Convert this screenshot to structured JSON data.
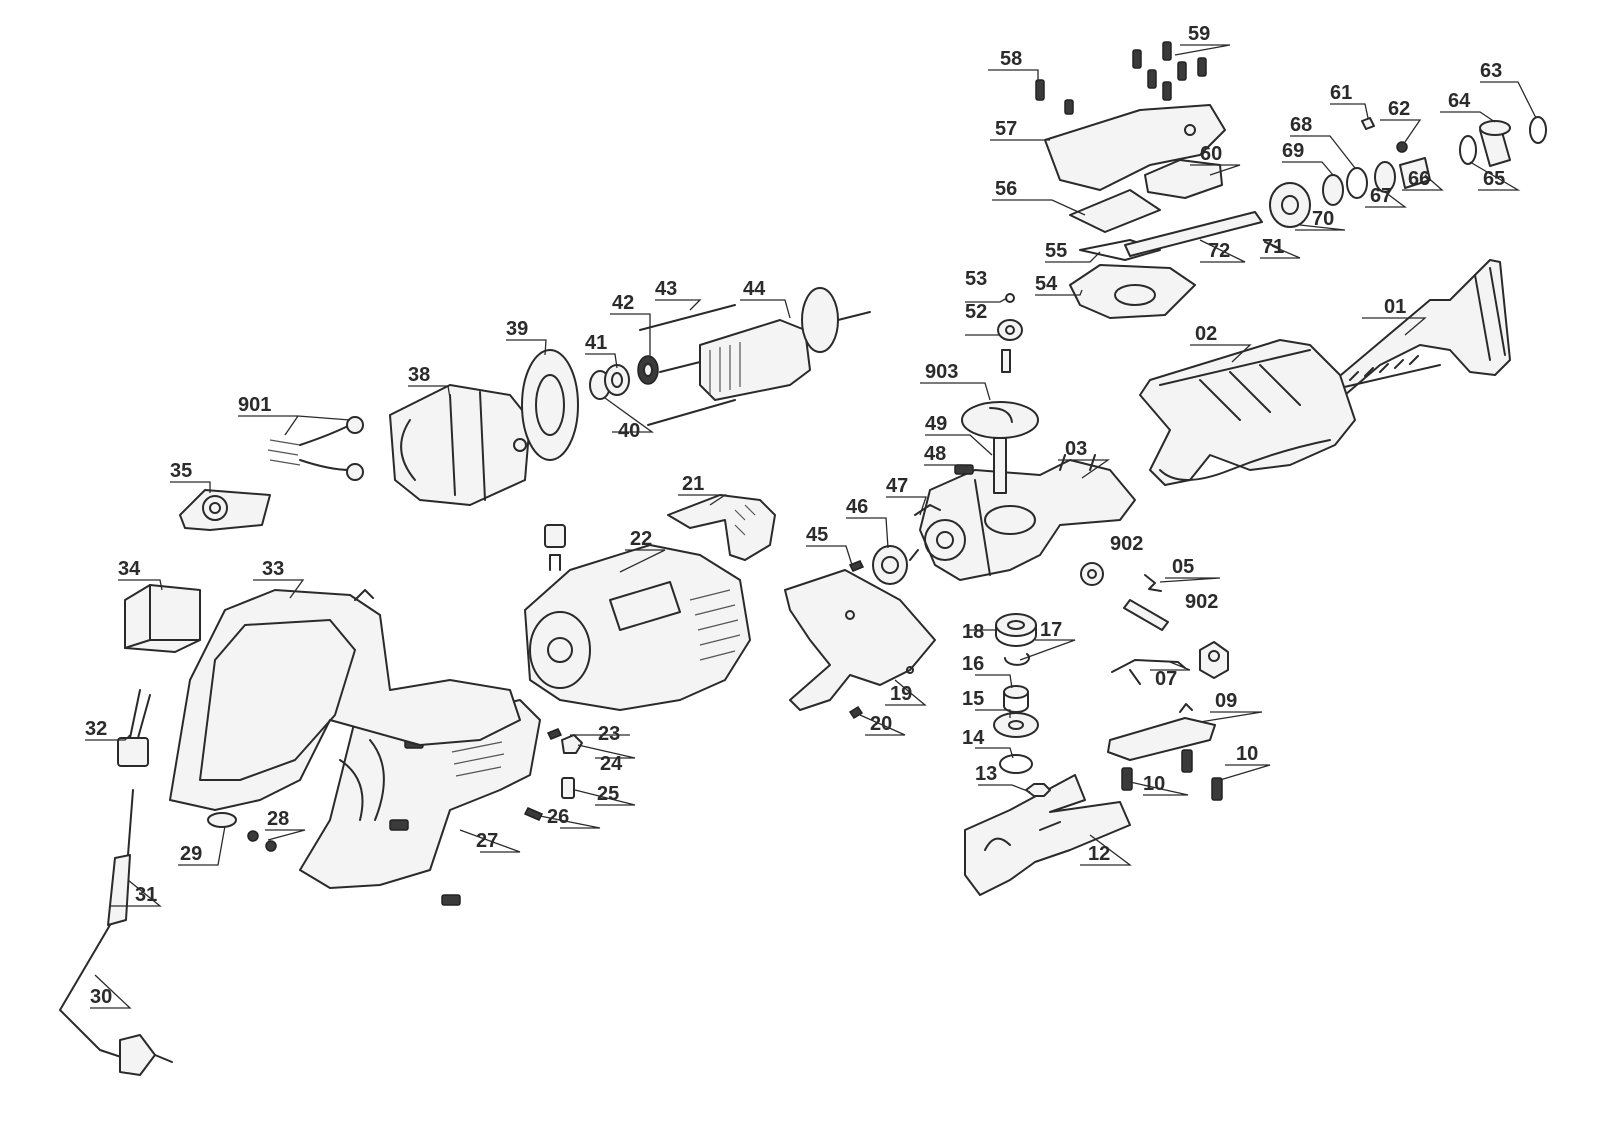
{
  "diagram": {
    "parts": [
      {
        "id": "01",
        "text": "01"
      },
      {
        "id": "02",
        "text": "02"
      },
      {
        "id": "03",
        "text": "03"
      },
      {
        "id": "05",
        "text": "05"
      },
      {
        "id": "07",
        "text": "07"
      },
      {
        "id": "09",
        "text": "09"
      },
      {
        "id": "10a",
        "text": "10"
      },
      {
        "id": "10b",
        "text": "10"
      },
      {
        "id": "12",
        "text": "12"
      },
      {
        "id": "13",
        "text": "13"
      },
      {
        "id": "14",
        "text": "14"
      },
      {
        "id": "15",
        "text": "15"
      },
      {
        "id": "16",
        "text": "16"
      },
      {
        "id": "17",
        "text": "17"
      },
      {
        "id": "18",
        "text": "18"
      },
      {
        "id": "19",
        "text": "19"
      },
      {
        "id": "20",
        "text": "20"
      },
      {
        "id": "21",
        "text": "21"
      },
      {
        "id": "22",
        "text": "22"
      },
      {
        "id": "23",
        "text": "23"
      },
      {
        "id": "24",
        "text": "24"
      },
      {
        "id": "25",
        "text": "25"
      },
      {
        "id": "26",
        "text": "26"
      },
      {
        "id": "27",
        "text": "27"
      },
      {
        "id": "28",
        "text": "28"
      },
      {
        "id": "29",
        "text": "29"
      },
      {
        "id": "30",
        "text": "30"
      },
      {
        "id": "31",
        "text": "31"
      },
      {
        "id": "32",
        "text": "32"
      },
      {
        "id": "33",
        "text": "33"
      },
      {
        "id": "34",
        "text": "34"
      },
      {
        "id": "35",
        "text": "35"
      },
      {
        "id": "38",
        "text": "38"
      },
      {
        "id": "39",
        "text": "39"
      },
      {
        "id": "40",
        "text": "40"
      },
      {
        "id": "41",
        "text": "41"
      },
      {
        "id": "42",
        "text": "42"
      },
      {
        "id": "43",
        "text": "43"
      },
      {
        "id": "44",
        "text": "44"
      },
      {
        "id": "45",
        "text": "45"
      },
      {
        "id": "46",
        "text": "46"
      },
      {
        "id": "47",
        "text": "47"
      },
      {
        "id": "48",
        "text": "48"
      },
      {
        "id": "49",
        "text": "49"
      },
      {
        "id": "52",
        "text": "52"
      },
      {
        "id": "53",
        "text": "53"
      },
      {
        "id": "54",
        "text": "54"
      },
      {
        "id": "55",
        "text": "55"
      },
      {
        "id": "56",
        "text": "56"
      },
      {
        "id": "57",
        "text": "57"
      },
      {
        "id": "58",
        "text": "58"
      },
      {
        "id": "59",
        "text": "59"
      },
      {
        "id": "60",
        "text": "60"
      },
      {
        "id": "61",
        "text": "61"
      },
      {
        "id": "62",
        "text": "62"
      },
      {
        "id": "63",
        "text": "63"
      },
      {
        "id": "64",
        "text": "64"
      },
      {
        "id": "65",
        "text": "65"
      },
      {
        "id": "66",
        "text": "66"
      },
      {
        "id": "67",
        "text": "67"
      },
      {
        "id": "68",
        "text": "68"
      },
      {
        "id": "69",
        "text": "69"
      },
      {
        "id": "70",
        "text": "70"
      },
      {
        "id": "71",
        "text": "71"
      },
      {
        "id": "72",
        "text": "72"
      },
      {
        "id": "901",
        "text": "901"
      },
      {
        "id": "902a",
        "text": "902"
      },
      {
        "id": "902b",
        "text": "902"
      },
      {
        "id": "903",
        "text": "903"
      }
    ]
  }
}
